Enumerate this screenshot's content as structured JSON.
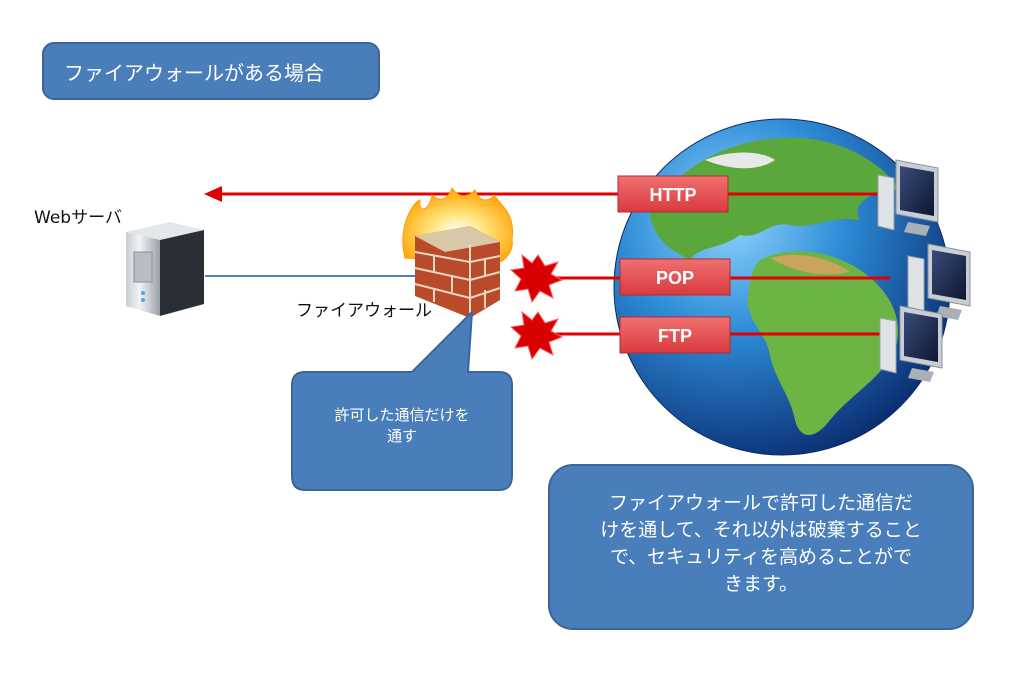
{
  "title": "ファイアウォールがある場合",
  "server_label": "Webサーバ",
  "firewall_label": "ファイアウォール",
  "callout_small": [
    "許可した通信だけを",
    "通す"
  ],
  "callout_large": [
    "ファイアウォールで許可した通信だ",
    "けを通して、それ以外は破棄するこ",
    "と",
    "で、セキュリティを高めることがで",
    "きます。"
  ],
  "protocols": [
    {
      "label": "HTTP",
      "allowed": true
    },
    {
      "label": "POP",
      "allowed": false
    },
    {
      "label": "FTP",
      "allowed": false
    }
  ],
  "colors": {
    "box_fill": "#4a7ebb",
    "arrow_red": "#e00000",
    "label_fill": "#e8474c",
    "connection_blue": "#4f81bd"
  },
  "icons": [
    "server-icon",
    "firewall-icon",
    "globe-icon",
    "client-pc-icon",
    "blocked-burst-icon"
  ]
}
